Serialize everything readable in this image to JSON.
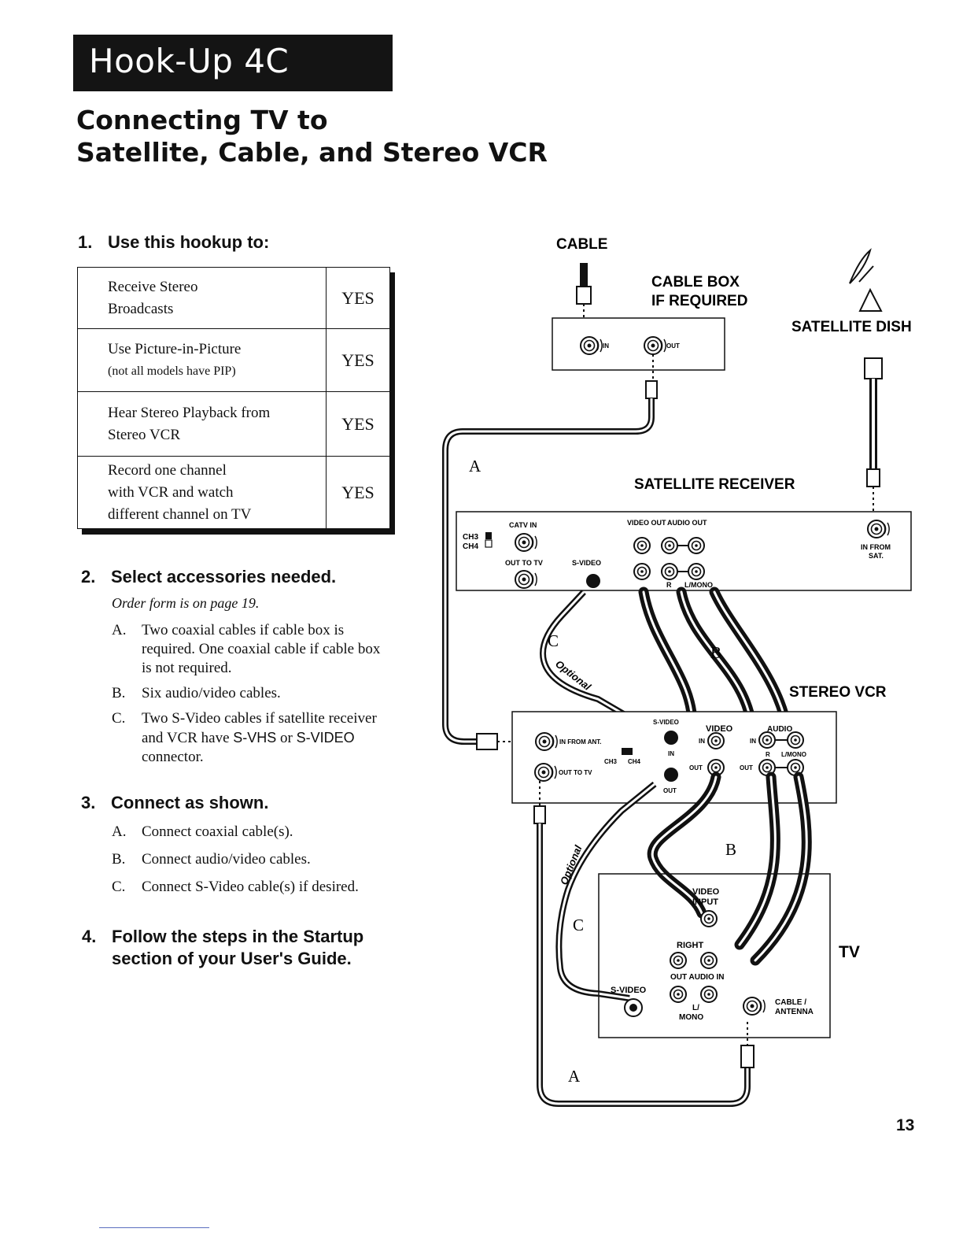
{
  "header": {
    "banner": "Hook-Up 4C",
    "subtitle_line1": "Connecting TV to",
    "subtitle_line2": "Satellite, Cable, and Stereo VCR"
  },
  "step1": {
    "num": "1.",
    "title": "Use this hookup to:"
  },
  "uses": [
    {
      "line1": "Receive Stereo",
      "line2": "Broadcasts",
      "answer": "YES"
    },
    {
      "line1": "Use Picture-in-Picture",
      "line2": "(not all models have PIP)",
      "answer": "YES"
    },
    {
      "line1": "Hear  Stereo Playback from",
      "line2": "Stereo VCR",
      "answer": "YES"
    },
    {
      "line1": "Record one channel",
      "line2": "with VCR and watch",
      "line3": "different channel on TV",
      "answer": "YES"
    }
  ],
  "step2": {
    "num": "2.",
    "title": "Select accessories needed.",
    "note": "Order form is on page 19.",
    "items": [
      {
        "letter": "A.",
        "text": "Two coaxial cables if cable box is required.  One coaxial cable if cable box is not required."
      },
      {
        "letter": "B.",
        "text": "Six audio/video cables."
      },
      {
        "letter": "C.",
        "text1": "Two S-Video cables if satellite receiver and VCR have ",
        "code1": "S-VHS",
        "text2": " or ",
        "code2": "S-VIDEO",
        "text3": " connector."
      }
    ]
  },
  "step3": {
    "num": "3.",
    "title": "Connect as shown.",
    "items": [
      {
        "letter": "A.",
        "text": "Connect coaxial cable(s)."
      },
      {
        "letter": "B.",
        "text": "Connect audio/video cables."
      },
      {
        "letter": "C.",
        "text": "Connect S-Video cable(s) if desired."
      }
    ]
  },
  "step4": {
    "num": "4.",
    "line1": "Follow the steps in the Startup",
    "line2": "section of your User's Guide."
  },
  "diagram": {
    "cable": "CABLE",
    "cable_box_1": "CABLE BOX",
    "cable_box_2": "IF REQUIRED",
    "satellite_dish": "SATELLITE DISH",
    "satellite_receiver": "SATELLITE RECEIVER",
    "stereo_vcr": "STEREO VCR",
    "tv": "TV",
    "in": "IN",
    "out": "OUT",
    "sat": {
      "ch3": "CH3",
      "ch4": "CH4",
      "catv_in": "CATV IN",
      "out_to_tv": "OUT TO TV",
      "s_video": "S-VIDEO",
      "video_out": "VIDEO OUT",
      "audio_out": "AUDIO OUT",
      "r": "R",
      "l_mono": "L/MONO",
      "in_from_sat_1": "IN FROM",
      "in_from_sat_2": "SAT."
    },
    "vcr": {
      "in_from_ant": "IN FROM ANT.",
      "out_to_tv": "OUT TO TV",
      "ch3": "CH3",
      "ch4": "CH4",
      "s_video": "S-VIDEO",
      "video": "VIDEO",
      "audio": "AUDIO",
      "in": "IN",
      "out": "OUT",
      "r": "R",
      "l_mono": "L/MONO"
    },
    "tvp": {
      "video_input_1": "VIDEO",
      "video_input_2": "INPUT",
      "right": "RIGHT",
      "out_audio_in": "OUT  AUDIO   IN",
      "s_video": "S-VIDEO",
      "l": "L/",
      "mono": "MONO",
      "cable_1": "CABLE /",
      "cable_2": "ANTENNA"
    },
    "letters": {
      "a": "A",
      "b": "B",
      "c": "C"
    },
    "optional": "Optional"
  },
  "page_number": "13"
}
